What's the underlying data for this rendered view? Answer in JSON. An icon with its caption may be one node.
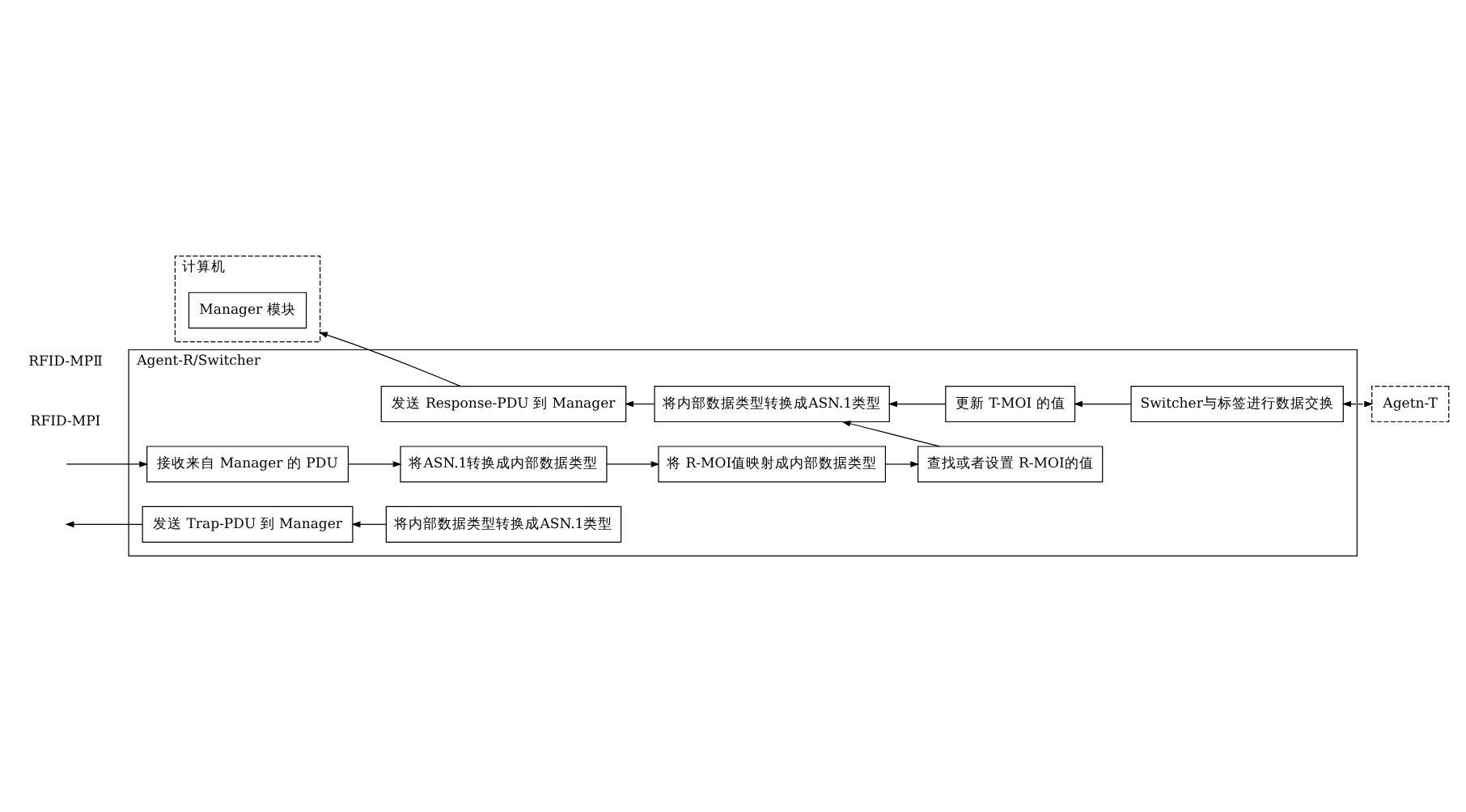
{
  "diagram": {
    "nodes": [
      {
        "text": [
          "计算机"
        ]
      },
      {
        "text": [
          "Manager 模块"
        ],
        "in": 0
      },
      {
        "text": [
          "Agent-R/Switcher"
        ]
      },
      {
        "text": [
          "接收来自 Manager 的 PDU"
        ],
        "in": 2
      },
      {
        "text": [
          "将ASN.1转换成内部数据类型"
        ],
        "in": 2
      },
      {
        "text": [
          "将 R-MOI值映射成内部数据类型"
        ],
        "in": 2
      },
      {
        "text": [
          "查找或者设置 R-MOI的值"
        ],
        "in": 2
      },
      {
        "text": [
          "更新 T-MOI 的值"
        ],
        "in": 2
      },
      {
        "text": [
          "Switcher与标签进行数据交换"
        ],
        "in": 2
      },
      {
        "text": [
          "将内部数据类型转换成ASN.1类型"
        ],
        "in": 2
      },
      {
        "text": [
          "发送 Response-PDU 到 Manager"
        ],
        "in": 2
      },
      {
        "text": [
          "将内部数据类型转换成ASN.1类型"
        ],
        "in": 2
      },
      {
        "text": [
          "发送 Trap-PDU 到 Manager"
        ],
        "in": 2
      },
      {
        "text": [
          "Agetn-T"
        ]
      }
    ],
    "edges": [
      {
        "from": null,
        "to": 3,
        "arrow": "to"
      },
      {
        "from": 3,
        "to": 4,
        "arrow": "to"
      },
      {
        "from": 4,
        "to": 5,
        "arrow": "to"
      },
      {
        "from": 5,
        "to": 6,
        "arrow": "to"
      },
      {
        "from": 8,
        "to": 7,
        "arrow": "to"
      },
      {
        "from": 6,
        "to": 9,
        "arrow": "to"
      },
      {
        "from": 7,
        "to": 9,
        "arrow": "to"
      },
      {
        "from": 9,
        "to": 10,
        "arrow": "to"
      },
      {
        "from": 10,
        "to": 0,
        "arrow": "to"
      },
      {
        "from": 11,
        "to": 12,
        "arrow": "to"
      },
      {
        "from": 12,
        "to": null,
        "arrow": "to"
      },
      {
        "from": 13,
        "to": 8,
        "arrow": "both",
        "style": "dashed"
      }
    ],
    "labels": [
      "RFID-MPⅠ",
      "RFID-MPⅡ"
    ]
  }
}
